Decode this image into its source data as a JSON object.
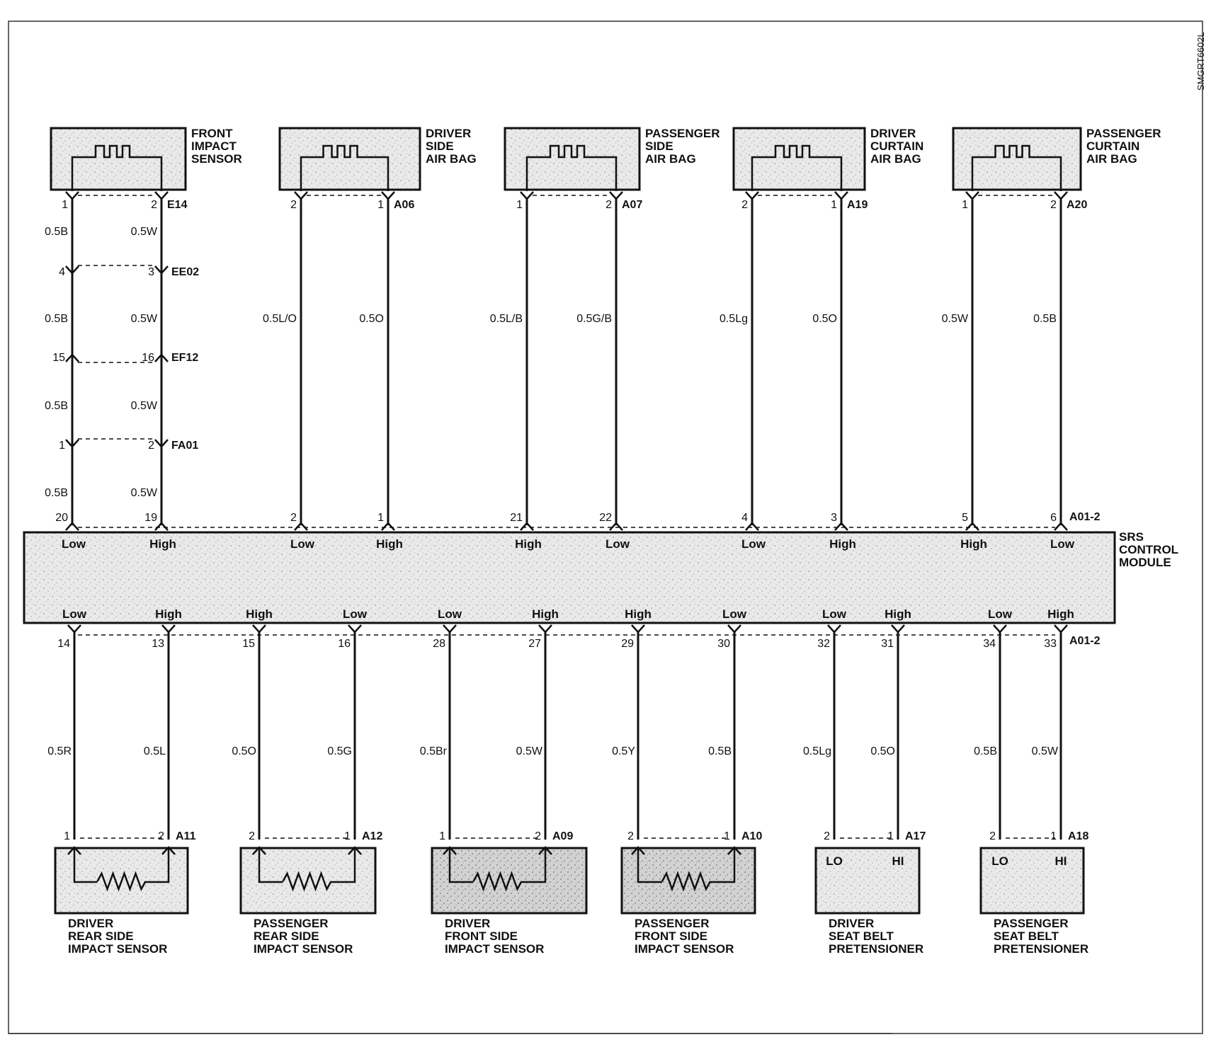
{
  "figure_code": "SMGRT6602L",
  "srs_module": {
    "label": [
      "SRS",
      "CONTROL",
      "MODULE"
    ],
    "connector_top": "A01-2",
    "connector_bottom": "A01-2"
  },
  "top_components": [
    {
      "id": "front-impact-sensor",
      "label": [
        "FRONT",
        "IMPACT",
        "SENSOR"
      ],
      "connector": "E14",
      "left": {
        "comp_pin": "1",
        "wire": [
          "0.5B",
          "0.5B",
          "0.5B",
          "0.5B"
        ],
        "module_pin": "20",
        "module_label": "Low"
      },
      "right": {
        "comp_pin": "2",
        "wire": [
          "0.5W",
          "0.5W",
          "0.5W",
          "0.5W"
        ],
        "module_pin": "19",
        "module_label": "High"
      },
      "inline": [
        {
          "name": "EE02",
          "left_pin": "4",
          "right_pin": "3",
          "dir": "down"
        },
        {
          "name": "EF12",
          "left_pin": "15",
          "right_pin": "16",
          "dir": "up"
        },
        {
          "name": "FA01",
          "left_pin": "1",
          "right_pin": "2",
          "dir": "down"
        }
      ]
    },
    {
      "id": "driver-side-air-bag",
      "label": [
        "DRIVER",
        "SIDE",
        "AIR BAG"
      ],
      "connector": "A06",
      "left": {
        "comp_pin": "2",
        "wire": [
          "0.5L/O"
        ],
        "module_pin": "2",
        "module_label": "Low"
      },
      "right": {
        "comp_pin": "1",
        "wire": [
          "0.5O"
        ],
        "module_pin": "1",
        "module_label": "High"
      }
    },
    {
      "id": "passenger-side-air-bag",
      "label": [
        "PASSENGER",
        "SIDE",
        "AIR BAG"
      ],
      "connector": "A07",
      "left": {
        "comp_pin": "1",
        "wire": [
          "0.5L/B"
        ],
        "module_pin": "21",
        "module_label": "High"
      },
      "right": {
        "comp_pin": "2",
        "wire": [
          "0.5G/B"
        ],
        "module_pin": "22",
        "module_label": "Low"
      }
    },
    {
      "id": "driver-curtain-air-bag",
      "label": [
        "DRIVER",
        "CURTAIN",
        "AIR BAG"
      ],
      "connector": "A19",
      "left": {
        "comp_pin": "2",
        "wire": [
          "0.5Lg"
        ],
        "module_pin": "4",
        "module_label": "Low"
      },
      "right": {
        "comp_pin": "1",
        "wire": [
          "0.5O"
        ],
        "module_pin": "3",
        "module_label": "High"
      }
    },
    {
      "id": "passenger-curtain-air-bag",
      "label": [
        "PASSENGER",
        "CURTAIN",
        "AIR BAG"
      ],
      "connector": "A20",
      "left": {
        "comp_pin": "1",
        "wire": [
          "0.5W"
        ],
        "module_pin": "5",
        "module_label": "High"
      },
      "right": {
        "comp_pin": "2",
        "wire": [
          "0.5B"
        ],
        "module_pin": "6",
        "module_label": "Low"
      }
    }
  ],
  "bottom_components": [
    {
      "id": "driver-rear-side-impact-sensor",
      "type": "resistor",
      "label": [
        "DRIVER",
        "REAR SIDE",
        "IMPACT SENSOR"
      ],
      "connector": "A11",
      "left": {
        "module_pin": "14",
        "module_label": "Low",
        "wire": "0.5R",
        "comp_pin": "1"
      },
      "right": {
        "module_pin": "13",
        "module_label": "High",
        "wire": "0.5L",
        "comp_pin": "2"
      }
    },
    {
      "id": "passenger-rear-side-impact-sensor",
      "type": "resistor",
      "label": [
        "PASSENGER",
        "REAR SIDE",
        "IMPACT SENSOR"
      ],
      "connector": "A12",
      "left": {
        "module_pin": "15",
        "module_label": "High",
        "wire": "0.5O",
        "comp_pin": "2"
      },
      "right": {
        "module_pin": "16",
        "module_label": "Low",
        "wire": "0.5G",
        "comp_pin": "1"
      }
    },
    {
      "id": "driver-front-side-impact-sensor",
      "type": "resistor",
      "label": [
        "DRIVER",
        "FRONT SIDE",
        "IMPACT SENSOR"
      ],
      "connector": "A09",
      "left": {
        "module_pin": "28",
        "module_label": "Low",
        "wire": "0.5Br",
        "comp_pin": "1"
      },
      "right": {
        "module_pin": "27",
        "module_label": "High",
        "wire": "0.5W",
        "comp_pin": "2"
      }
    },
    {
      "id": "passenger-front-side-impact-sensor",
      "type": "resistor",
      "label": [
        "PASSENGER",
        "FRONT SIDE",
        "IMPACT SENSOR"
      ],
      "connector": "A10",
      "left": {
        "module_pin": "29",
        "module_label": "High",
        "wire": "0.5Y",
        "comp_pin": "2"
      },
      "right": {
        "module_pin": "30",
        "module_label": "Low",
        "wire": "0.5B",
        "comp_pin": "1"
      }
    },
    {
      "id": "driver-seat-belt-pretensioner",
      "type": "lohi",
      "label": [
        "DRIVER",
        "SEAT BELT",
        "PRETENSIONER"
      ],
      "connector": "A17",
      "inner": [
        "LO",
        "HI"
      ],
      "left": {
        "module_pin": "32",
        "module_label": "Low",
        "wire": "0.5Lg",
        "comp_pin": "2"
      },
      "right": {
        "module_pin": "31",
        "module_label": "High",
        "wire": "0.5O",
        "comp_pin": "1"
      }
    },
    {
      "id": "passenger-seat-belt-pretensioner",
      "type": "lohi",
      "label": [
        "PASSENGER",
        "SEAT BELT",
        "PRETENSIONER"
      ],
      "connector": "A18",
      "inner": [
        "LO",
        "HI"
      ],
      "left": {
        "module_pin": "34",
        "module_label": "Low",
        "wire": "0.5B",
        "comp_pin": "2"
      },
      "right": {
        "module_pin": "33",
        "module_label": "High",
        "wire": "0.5W",
        "comp_pin": "1"
      }
    }
  ]
}
